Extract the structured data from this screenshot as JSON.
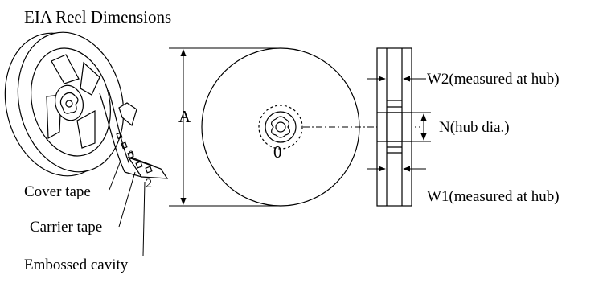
{
  "title": "EIA Reel Dimensions",
  "labels": {
    "dim_a": "A",
    "w2": "W2(measured at hub)",
    "n": "N(hub dia.)",
    "w1": "W1(measured at hub)",
    "cover_tape": "Cover tape",
    "carrier_tape": "Carrier tape",
    "embossed_cavity": "Embossed cavity",
    "marker_0": "0",
    "marker_2": "2"
  },
  "colors": {
    "line": "#000000",
    "background": "#ffffff"
  }
}
